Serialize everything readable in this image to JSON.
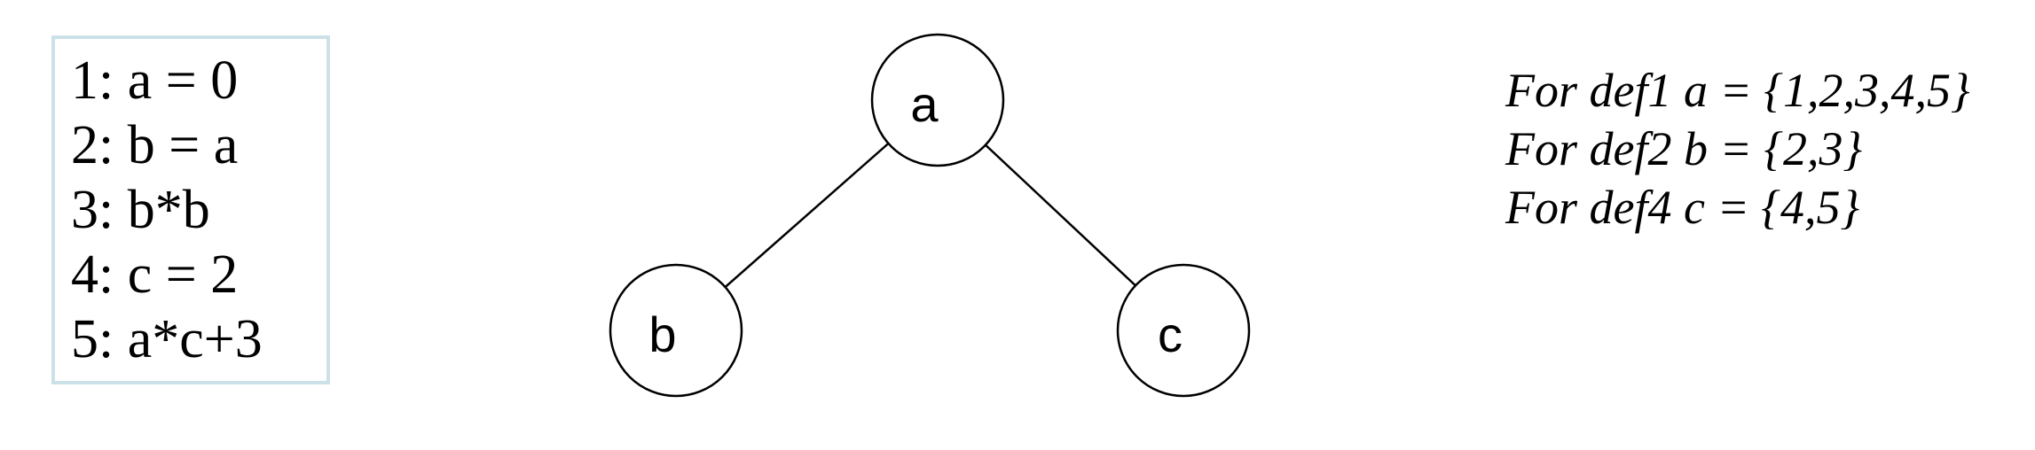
{
  "code_listing": {
    "lines": [
      "1: a = 0",
      "2: b = a",
      "3: b*b",
      "4: c = 2",
      "5: a*c+3"
    ],
    "border_color": "#cbe1e7"
  },
  "tree": {
    "nodes": [
      {
        "id": "a",
        "label": "a"
      },
      {
        "id": "b",
        "label": "b"
      },
      {
        "id": "c",
        "label": "c"
      }
    ],
    "edges": [
      {
        "from": "a",
        "to": "b"
      },
      {
        "from": "a",
        "to": "c"
      }
    ],
    "node_fill": "#ffffff",
    "node_stroke": "#000000",
    "edge_color": "#000000"
  },
  "annotations": {
    "lines": [
      "For def1 a = {1,2,3,4,5}",
      "For def2 b = {2,3}",
      "For def4 c = {4,5}"
    ]
  },
  "colors": {
    "background": "#ffffff",
    "text": "#000000"
  }
}
